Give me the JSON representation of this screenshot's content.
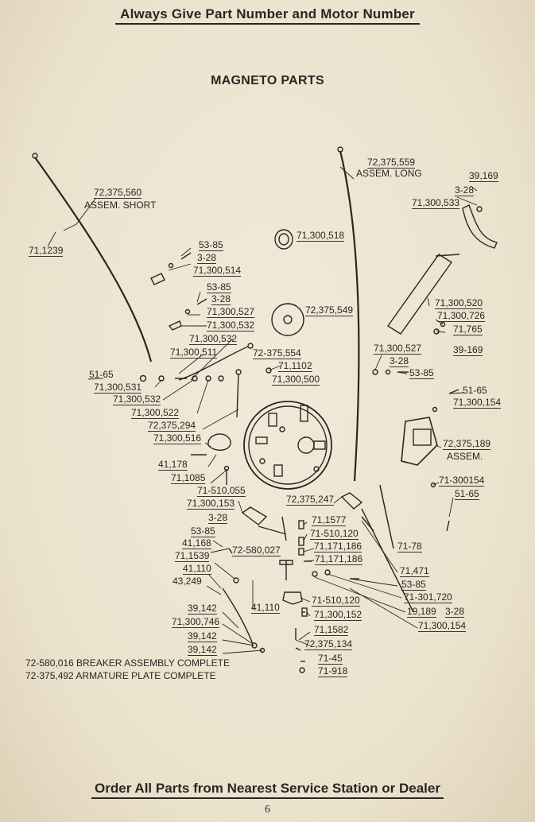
{
  "header": "Always Give Part Number and Motor Number",
  "title": "MAGNETO PARTS",
  "footer": "Order All Parts from Nearest Service Station or Dealer",
  "page_number": "6",
  "notes": [
    "72-580,016 BREAKER ASSEMBLY COMPLETE",
    "72-375,492 ARMATURE PLATE COMPLETE"
  ],
  "labels": {
    "l01": "72,375,560",
    "l02": "ASSEM. SHORT",
    "l03": "71,1239",
    "l04": "72,375,559",
    "l05": "ASSEM. LONG",
    "l06": "39,169",
    "l07": "3-28",
    "l08": "71,300,533",
    "l09": "71,300,518",
    "l10": "53-85",
    "l11": "3-28",
    "l12": "71,300,514",
    "l13": "53-85",
    "l14": "3-28",
    "l15": "71,300,527",
    "l16": "71,300,532",
    "l17": "71,300,532",
    "l18": "71,300,511",
    "l19": "72,375,549",
    "l20": "71,300,520",
    "l21": "71,300,726",
    "l22": "71,765",
    "l23": "39-169",
    "l24": "71,300,527",
    "l25": "3-28",
    "l26": "53-85",
    "l27": "72-375,554",
    "l28": "71,1102",
    "l29": "71,300,500",
    "l30": "51-65",
    "l31": "71,300,531",
    "l32": "71,300,532",
    "l33": "71,300,522",
    "l34": "72,375,294",
    "l35": "71,300,516",
    "l36": "41,178",
    "l37": "71,1085",
    "l38": "51-65",
    "l39": "71,300,154",
    "l40": "72,375,189",
    "l41": "ASSEM.",
    "l42": "71-300154",
    "l43": "51-65",
    "l44": "71-510,055",
    "l45": "71,300,153",
    "l46": "72,375,247",
    "l47": "3-28",
    "l48": "53-85",
    "l49": "41,168",
    "l50": "71,1539",
    "l51": "41,110",
    "l52": "43,249",
    "l53": "72-580,027",
    "l54": "71,1577",
    "l55": "71-510,120",
    "l56": "71,171,186",
    "l57": "71,171,186",
    "l58": "71-78",
    "l59": "71,471",
    "l60": "53-85",
    "l61": "71-301,720",
    "l62": "19,189",
    "l63": "3-28",
    "l64": "71,300,154",
    "l65": "39,142",
    "l66": "41,110",
    "l67": "71,300,746",
    "l68": "39,142",
    "l69": "39,142",
    "l70": "71-510,120",
    "l71": "71,300,152",
    "l72": "71,1582",
    "l73": "72,375,134",
    "l74": "71-45",
    "l75": "71-918"
  }
}
